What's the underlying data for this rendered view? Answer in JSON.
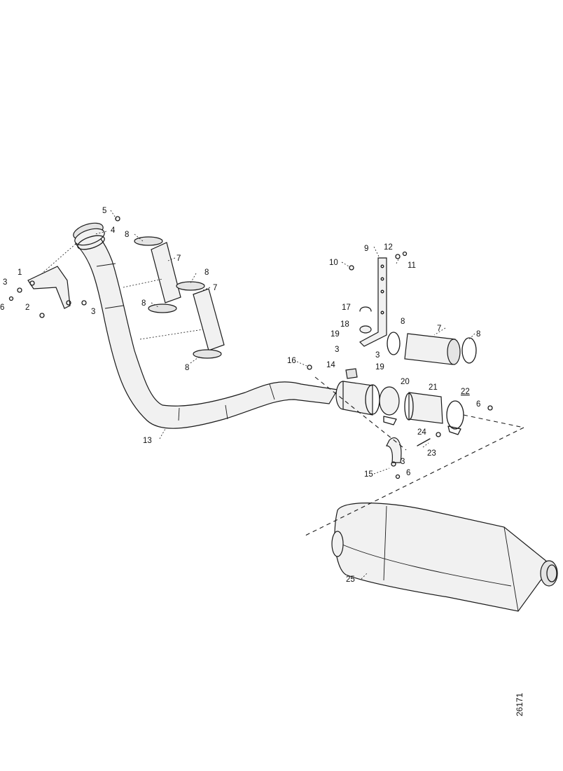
{
  "diagram": {
    "figure_number": "26171",
    "callouts": [
      {
        "id": "c5",
        "text": "5"
      },
      {
        "id": "c4",
        "text": "4"
      },
      {
        "id": "c1",
        "text": "1"
      },
      {
        "id": "c3a",
        "text": "3"
      },
      {
        "id": "c6a",
        "text": "6"
      },
      {
        "id": "c2",
        "text": "2"
      },
      {
        "id": "c3b",
        "text": "3"
      },
      {
        "id": "c8a",
        "text": "8"
      },
      {
        "id": "c7a",
        "text": "7"
      },
      {
        "id": "c8b",
        "text": "8"
      },
      {
        "id": "c7b",
        "text": "7"
      },
      {
        "id": "c8c",
        "text": "8"
      },
      {
        "id": "c8d",
        "text": "8"
      },
      {
        "id": "c13",
        "text": "13"
      },
      {
        "id": "c9",
        "text": "9"
      },
      {
        "id": "c12",
        "text": "12"
      },
      {
        "id": "c10",
        "text": "10"
      },
      {
        "id": "c11",
        "text": "11"
      },
      {
        "id": "c17",
        "text": "17"
      },
      {
        "id": "c8e",
        "text": "8"
      },
      {
        "id": "c7c",
        "text": "7"
      },
      {
        "id": "c8f",
        "text": "8"
      },
      {
        "id": "c18",
        "text": "18"
      },
      {
        "id": "c19a",
        "text": "19"
      },
      {
        "id": "c3c",
        "text": "3"
      },
      {
        "id": "c3d",
        "text": "3"
      },
      {
        "id": "c19b",
        "text": "19"
      },
      {
        "id": "c16",
        "text": "16"
      },
      {
        "id": "c14",
        "text": "14"
      },
      {
        "id": "c20",
        "text": "20"
      },
      {
        "id": "c21",
        "text": "21"
      },
      {
        "id": "c22",
        "text": "22"
      },
      {
        "id": "c6b",
        "text": "6"
      },
      {
        "id": "c24",
        "text": "24"
      },
      {
        "id": "c23",
        "text": "23"
      },
      {
        "id": "c3e",
        "text": "3"
      },
      {
        "id": "c15",
        "text": "15"
      },
      {
        "id": "c6c",
        "text": "6"
      },
      {
        "id": "c25",
        "text": "25"
      }
    ]
  }
}
